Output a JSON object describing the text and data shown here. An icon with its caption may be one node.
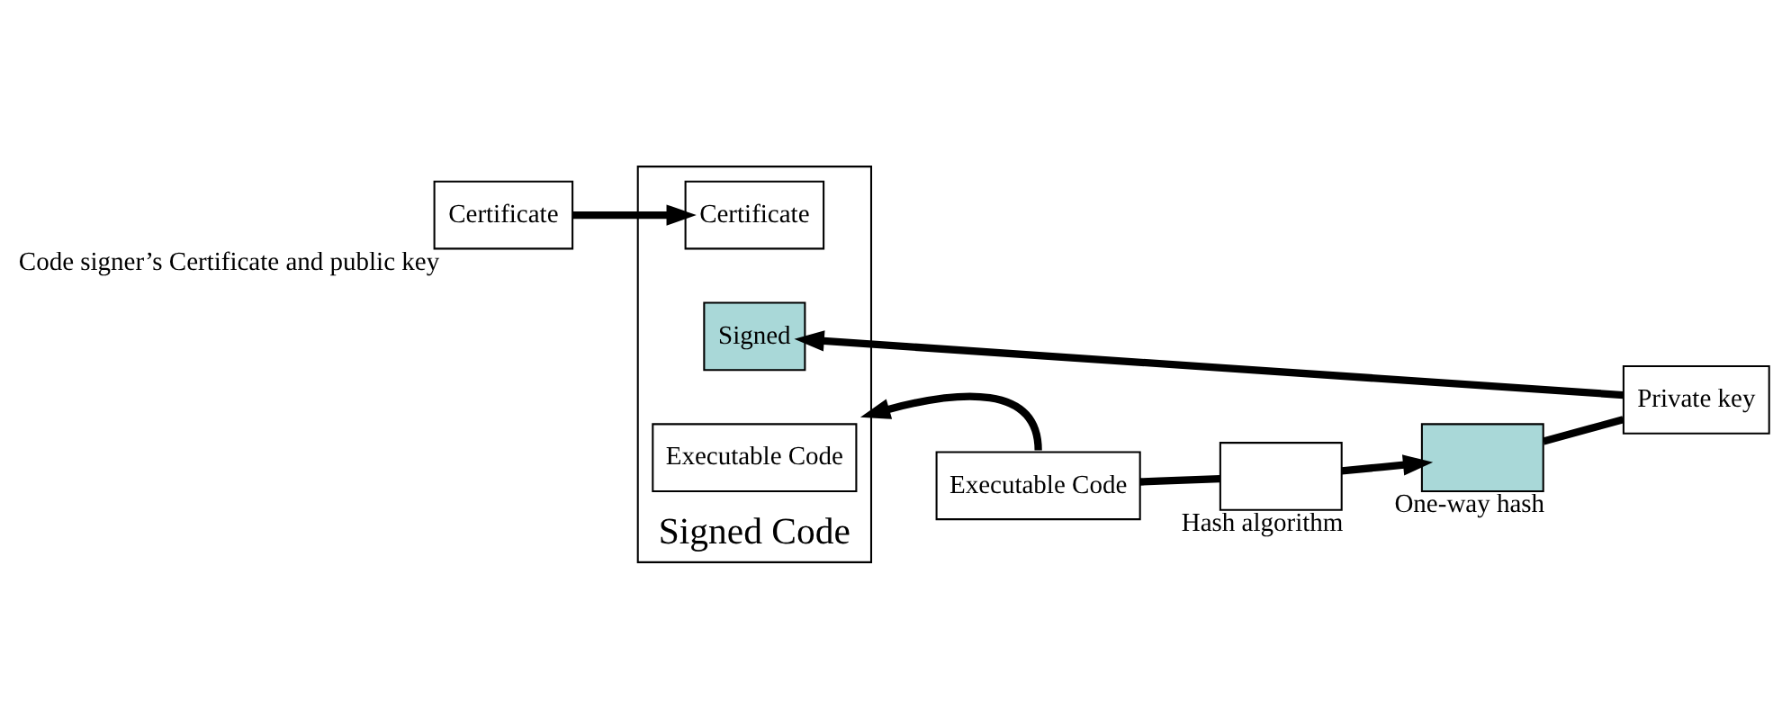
{
  "diagram": {
    "nodes": [
      {
        "text": [
          "Executable Code"
        ]
      },
      {
        "text": [],
        "shape": "box",
        "beside": [
          "Hash algorithm"
        ]
      },
      {
        "text": [],
        "shape": "box",
        "beside": [
          "One-way hash"
        ]
      },
      {
        "text": [
          "Private key"
        ]
      },
      {
        "text": [
          "Signed Code"
        ]
      },
      {
        "text": [
          "Executable Code"
        ],
        "in": 4
      },
      {
        "text": [
          "Signed"
        ],
        "in": 4
      },
      {
        "text": [
          "Certificate"
        ],
        "in": 4
      },
      {
        "text": [
          "Certificate"
        ],
        "beside": [
          "Code signer’s Certificate and public key"
        ]
      }
    ],
    "edges": [
      {
        "from": 0,
        "to": 4,
        "arrow": "to"
      },
      {
        "from": 0,
        "to": 1,
        "arrow": "none"
      },
      {
        "from": 1,
        "to": 2,
        "arrow": "to"
      },
      {
        "from": 2,
        "to": 3,
        "arrow": "none"
      },
      {
        "from": 3,
        "to": 6,
        "arrow": "to"
      },
      {
        "from": 8,
        "to": 7,
        "arrow": "to"
      }
    ]
  }
}
